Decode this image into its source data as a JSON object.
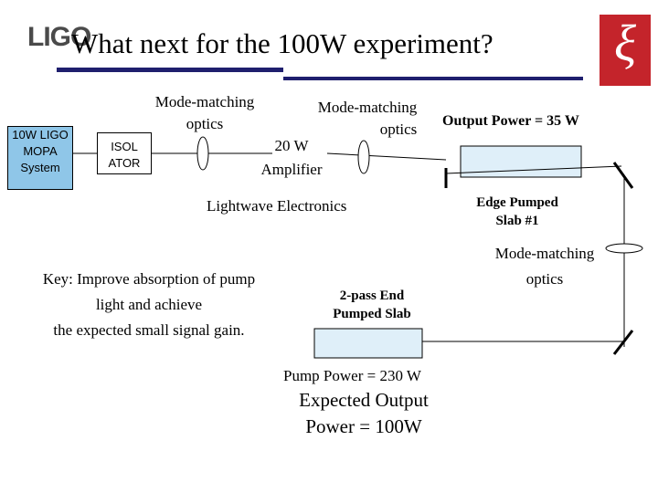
{
  "header": {
    "logo_text": "LIGO",
    "title": "What next for the 100W experiment?",
    "institution_logo_glyph": "ξ",
    "colors": {
      "title_bar": "#1f1f6e",
      "institution_logo": "#c4242b",
      "mopa_box": "#8fc6e8",
      "slab_box": "#dfeff9"
    }
  },
  "diagram": {
    "mopa_label": [
      "10W LIGO",
      "MOPA",
      "System"
    ],
    "isolator_label": [
      "ISOL",
      "ATOR"
    ],
    "mode_matching_1": [
      "Mode-matching",
      "optics"
    ],
    "mode_matching_2": [
      "Mode-matching",
      "optics"
    ],
    "amplifier_label": [
      "20 W",
      "Amplifier"
    ],
    "output_power": "Output Power = 35 W",
    "edge_pumped": [
      "Edge Pumped",
      "Slab #1"
    ],
    "lightwave": "Lightwave Electronics",
    "mode_matching_3": [
      "Mode-matching",
      "optics"
    ],
    "end_pumped": [
      "2-pass End",
      "Pumped Slab"
    ],
    "pump_power": "Pump Power = 230 W",
    "expected_output": [
      "Expected Output",
      "Power = 100W"
    ]
  },
  "key": {
    "lines": [
      "Key:  Improve absorption of pump",
      "light and achieve",
      "the expected small signal gain."
    ]
  }
}
